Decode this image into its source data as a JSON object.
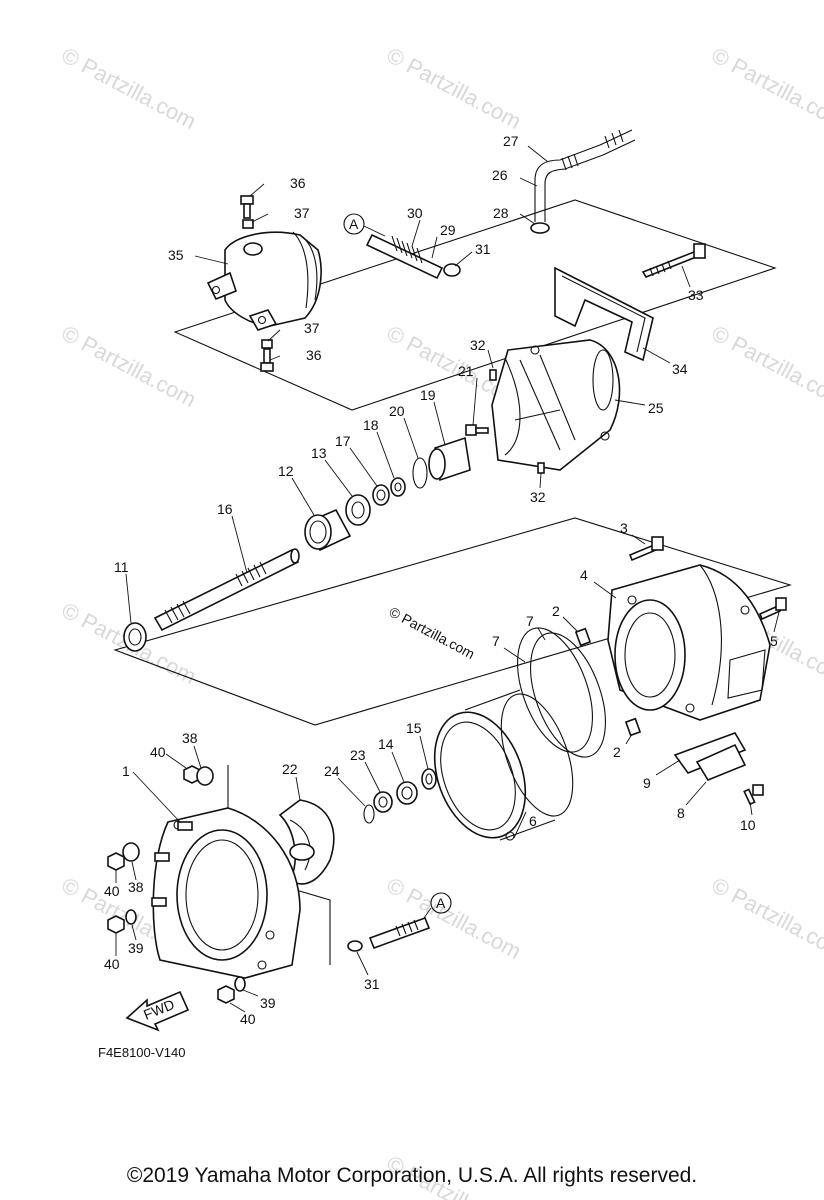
{
  "watermarks": {
    "corner_text": "© Partzilla.com",
    "center_text": "© Partzilla.com"
  },
  "callouts": {
    "c1": "1",
    "c2a": "2",
    "c2b": "2",
    "c3": "3",
    "c4": "4",
    "c5": "5",
    "c6": "6",
    "c7a": "7",
    "c7b": "7",
    "c8": "8",
    "c9": "9",
    "c10": "10",
    "c11": "11",
    "c12": "12",
    "c13": "13",
    "c14": "14",
    "c15": "15",
    "c16": "16",
    "c17": "17",
    "c18": "18",
    "c19": "19",
    "c20": "20",
    "c21": "21",
    "c22": "22",
    "c23": "23",
    "c24": "24",
    "c25": "25",
    "c26": "26",
    "c27": "27",
    "c28": "28",
    "c29": "29",
    "c30": "30",
    "c31a": "31",
    "c31b": "31",
    "c32a": "32",
    "c32b": "32",
    "c33": "33",
    "c34": "34",
    "c35": "35",
    "c36a": "36",
    "c36b": "36",
    "c37a": "37",
    "c37b": "37",
    "c38a": "38",
    "c38b": "38",
    "c39a": "39",
    "c39b": "39",
    "c40a": "40",
    "c40b": "40",
    "c40c": "40",
    "c40d": "40"
  },
  "reference_marks": {
    "a_top": "A",
    "a_bottom": "A"
  },
  "fwd_label": "FWD",
  "diagram_code": "F4E8100-V140",
  "copyright": "©2019  Yamaha Motor Corporation, U.S.A. All rights reserved."
}
